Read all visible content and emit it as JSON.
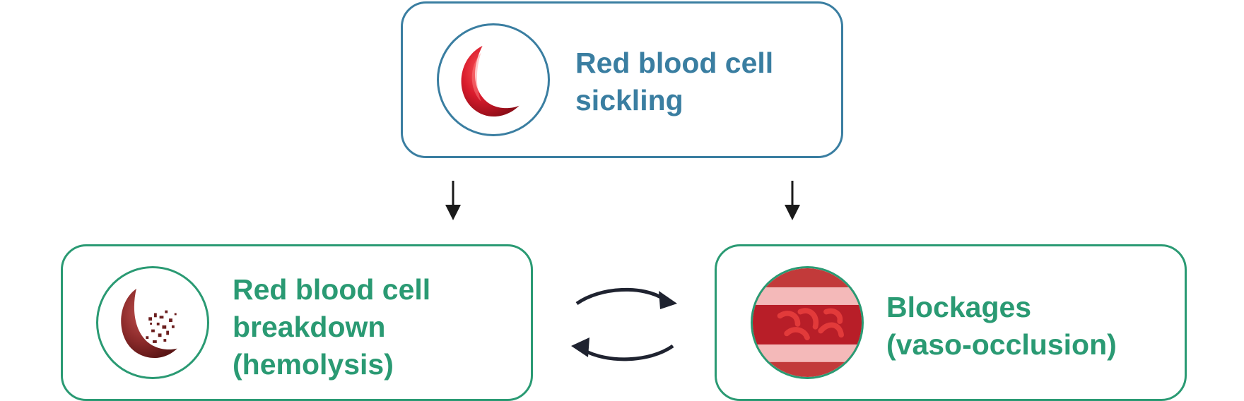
{
  "nodes": {
    "sickling": {
      "lines": [
        "Red blood cell",
        "sickling"
      ],
      "color": "#3a7ea1",
      "icon": "sickle-cell-icon"
    },
    "hemolysis": {
      "lines": [
        "Red blood cell",
        "breakdown",
        "(hemolysis)"
      ],
      "color": "#2a9a73",
      "icon": "breaking-sickle-cell-icon"
    },
    "vaso_occlusion": {
      "lines": [
        "Blockages",
        "(vaso-occlusion)"
      ],
      "color": "#2a9a73",
      "icon": "blocked-blood-vessel-icon"
    }
  },
  "edges": [
    {
      "from": "sickling",
      "to": "hemolysis"
    },
    {
      "from": "sickling",
      "to": "vaso_occlusion"
    },
    {
      "from": "hemolysis",
      "to": "vaso_occlusion"
    },
    {
      "from": "vaso_occlusion",
      "to": "hemolysis"
    }
  ],
  "colors": {
    "cell_red": "#d81b2c",
    "cell_dark_red": "#8b2a2a",
    "arrow": "#1a1a1a"
  }
}
